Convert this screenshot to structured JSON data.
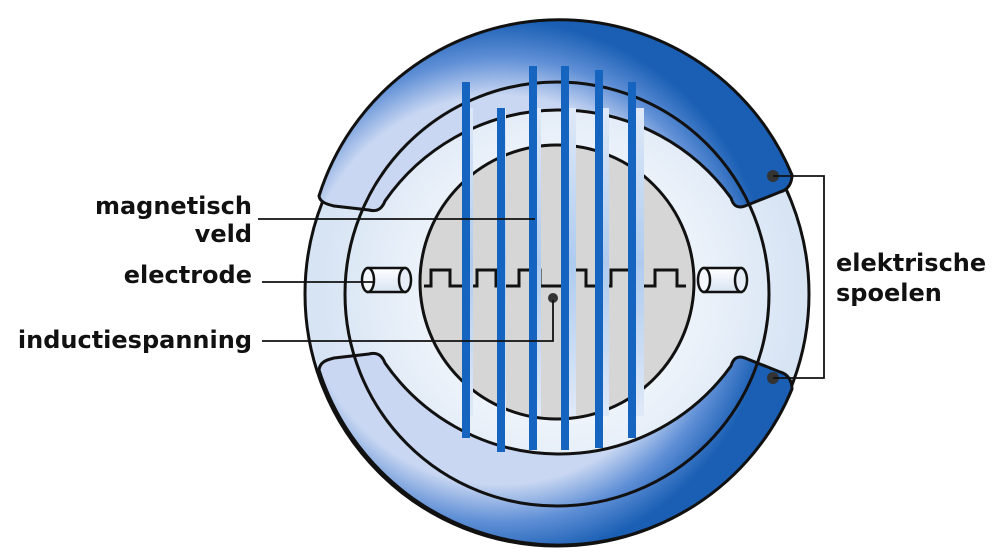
{
  "labels": {
    "magnetic_field_line1": "magnetisch",
    "magnetic_field_line2": "veld",
    "electrode": "electrode",
    "induction_voltage": "inductiespanning",
    "coils_line1": "elektrische",
    "coils_line2": "spoelen"
  },
  "colors": {
    "coil_dark": "#1a5fb4",
    "coil_light": "#a9c6ee",
    "housing_light": "#e3ecf8",
    "pipe_fill": "#d6d6d6",
    "field_dark": "#1565c0",
    "field_light": "#c7d9f2",
    "line": "#111111"
  }
}
